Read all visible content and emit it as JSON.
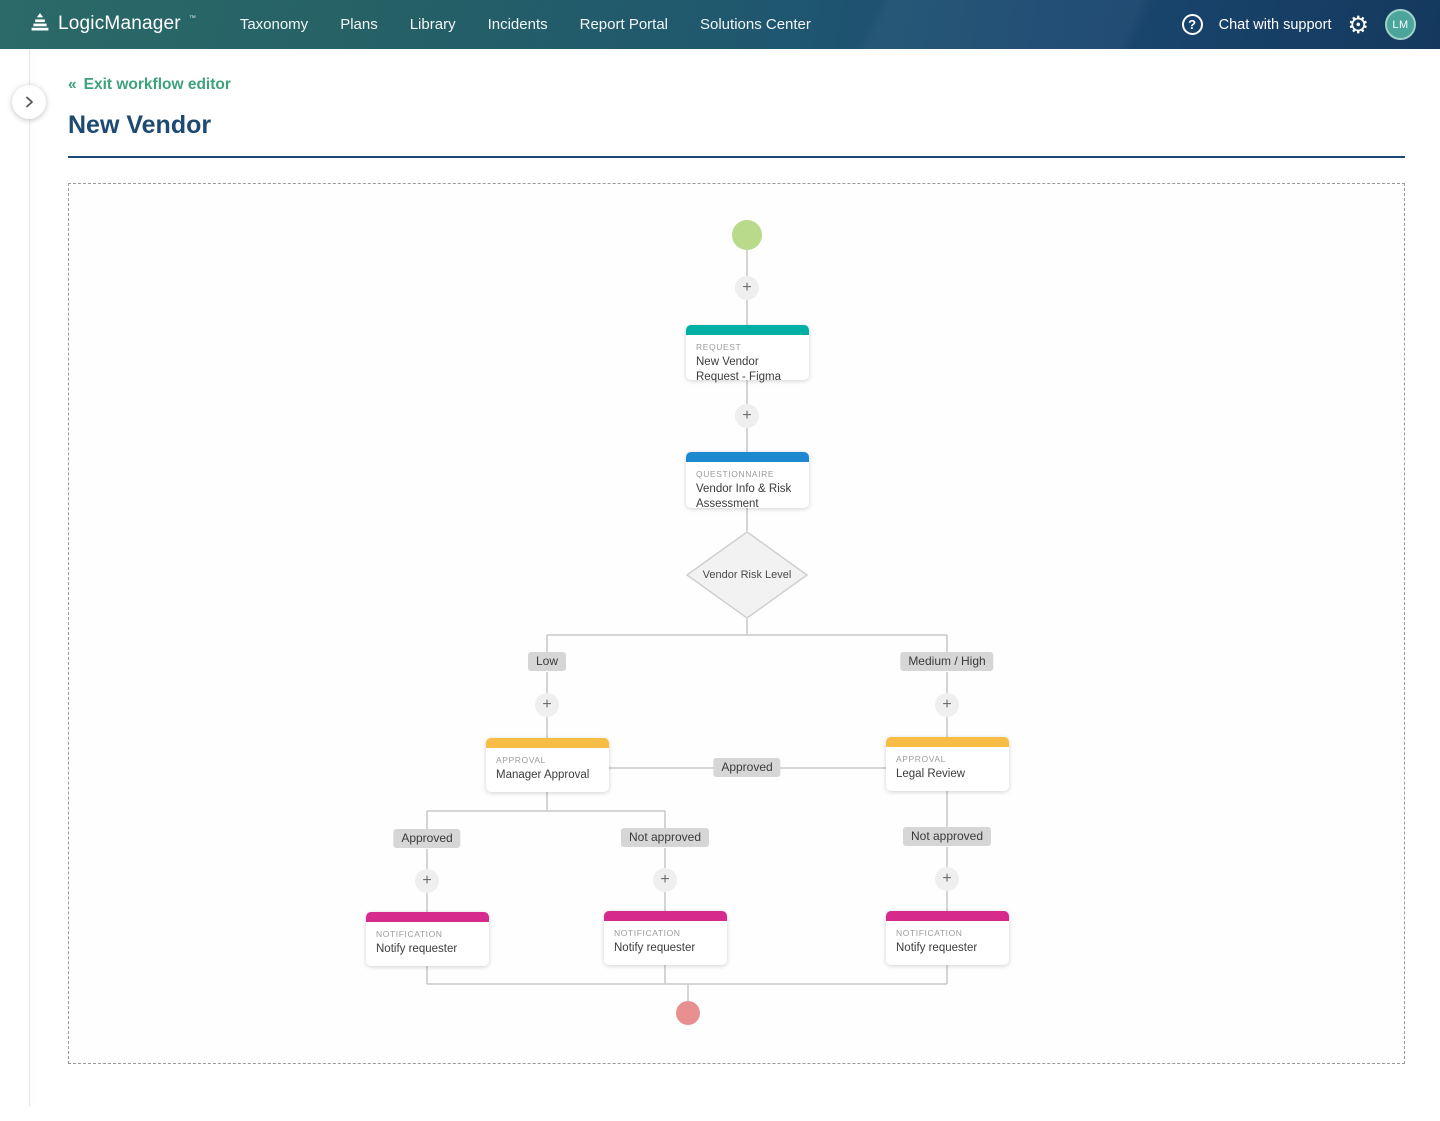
{
  "nav": {
    "brand": "LogicManager",
    "brand_tm": "™",
    "items": [
      {
        "label": "Taxonomy"
      },
      {
        "label": "Plans"
      },
      {
        "label": "Library"
      },
      {
        "label": "Incidents"
      },
      {
        "label": "Report Portal"
      },
      {
        "label": "Solutions Center"
      }
    ],
    "help_glyph": "?",
    "chat_label": "Chat with support",
    "gear_glyph": "⚙",
    "avatar_initials": "LM"
  },
  "header": {
    "exit_chevrons": "«",
    "exit_label": "Exit workflow editor",
    "title": "New Vendor"
  },
  "workflow": {
    "start_color": "#b9d98b",
    "end_color": "#e89090",
    "plus_glyph": "+",
    "decision_label": "Vendor Risk Level",
    "nodes": {
      "request": {
        "category": "REQUEST",
        "title": "New Vendor Request - Figma",
        "color": "#00b0a4"
      },
      "questionnaire": {
        "category": "QUESTIONNAIRE",
        "title": "Vendor Info & Risk Assessment",
        "color": "#1e88d1"
      },
      "manager_approval": {
        "category": "APPROVAL",
        "title": "Manager Approval",
        "color": "#f7bd45"
      },
      "legal_review": {
        "category": "APPROVAL",
        "title": "Legal Review",
        "color": "#f7bd45"
      },
      "notify_low": {
        "category": "NOTIFICATION",
        "title": "Notify requester",
        "color": "#d62a8c"
      },
      "notify_mid": {
        "category": "NOTIFICATION",
        "title": "Notify requester",
        "color": "#d62a8c"
      },
      "notify_high": {
        "category": "NOTIFICATION",
        "title": "Notify requester",
        "color": "#d62a8c"
      }
    },
    "branch_labels": {
      "low": "Low",
      "medium_high": "Medium / High",
      "approved_between": "Approved",
      "approved_low": "Approved",
      "not_approved_low": "Not approved",
      "not_approved_high": "Not approved"
    }
  }
}
